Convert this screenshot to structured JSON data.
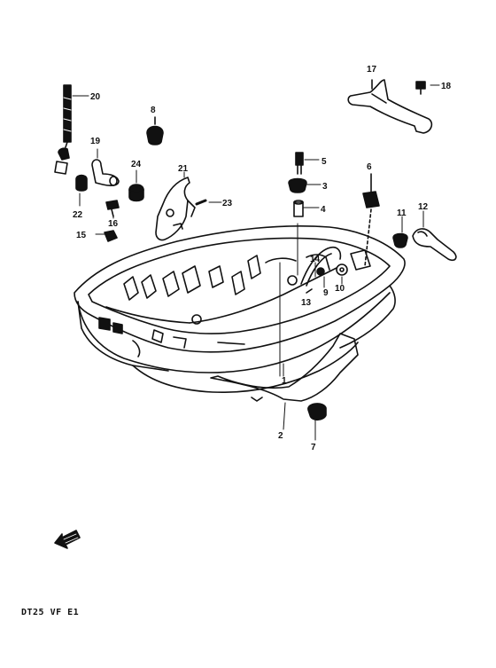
{
  "diagram": {
    "document_code": "DT25 VF E1",
    "callouts": {
      "p1": "1",
      "p2": "2",
      "p3": "3",
      "p4": "4",
      "p5": "5",
      "p6": "6",
      "p7": "7",
      "p8": "8",
      "p9": "9",
      "p10": "10",
      "p11": "11",
      "p12": "12",
      "p13": "13",
      "p14": "14",
      "p15": "15",
      "p16": "16",
      "p17": "17",
      "p18": "18",
      "p19": "19",
      "p20": "20",
      "p21": "21",
      "p22": "22",
      "p23": "23",
      "p24": "24"
    },
    "colors": {
      "ink": "#111111",
      "paper": "#ffffff"
    }
  }
}
